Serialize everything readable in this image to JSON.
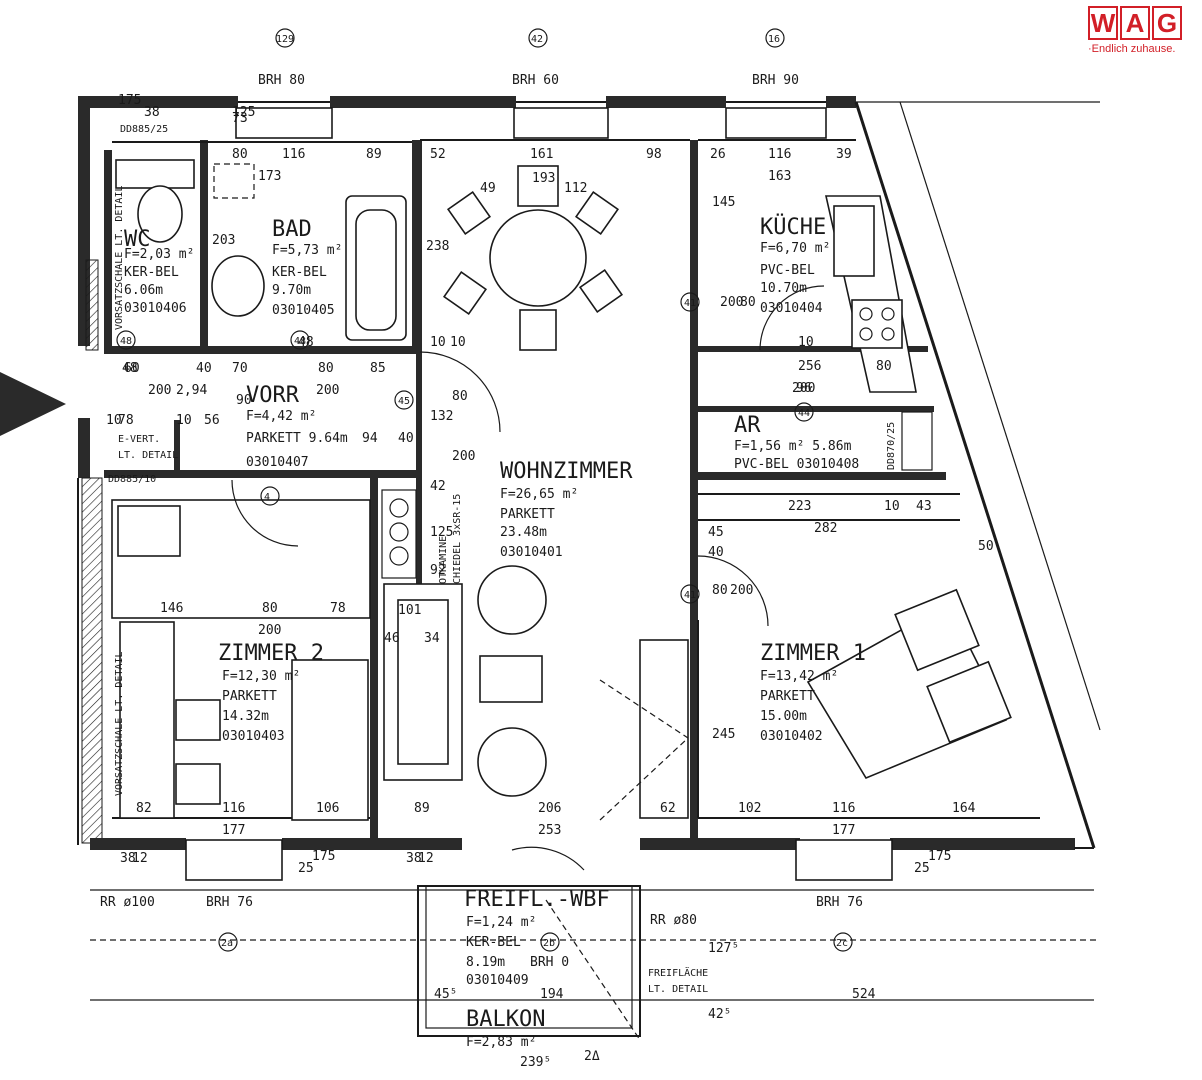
{
  "brand": {
    "logo_letters": [
      "W",
      "A",
      "G"
    ],
    "slogan": "Endlich zuhause.",
    "accent_color": "#d21f27"
  },
  "rooms": {
    "wc": {
      "name": "WC",
      "area": "F=2,03 m²",
      "floor": "KER-BEL",
      "perimeter": "6.06m",
      "code": "03010406"
    },
    "bad": {
      "name": "BAD",
      "area": "F=5,73 m²",
      "floor": "KER-BEL",
      "perimeter": "9.70m",
      "code": "03010405"
    },
    "kueche": {
      "name": "KÜCHE",
      "area": "F=6,70 m²",
      "floor": "PVC-BEL",
      "perimeter": "10.70m",
      "code": "03010404"
    },
    "vorr": {
      "name": "VORR",
      "area": "F=4,42 m²",
      "floor_perimeter": "PARKETT 9.64m",
      "code": "03010407"
    },
    "ar": {
      "name": "AR",
      "area_perimeter": "F=1,56 m² 5.86m",
      "floor_code": "PVC-BEL 03010408"
    },
    "wohnzimmer": {
      "name": "WOHNZIMMER",
      "area": "F=26,65 m²",
      "floor": "PARKETT",
      "perimeter": "23.48m",
      "code": "03010401"
    },
    "zimmer2": {
      "name": "ZIMMER 2",
      "area": "F=12,30 m²",
      "floor": "PARKETT",
      "perimeter": "14.32m",
      "code": "03010403"
    },
    "zimmer1": {
      "name": "ZIMMER 1",
      "area": "F=13,42 m²",
      "floor": "PARKETT",
      "perimeter": "15.00m",
      "code": "03010402"
    },
    "freifl": {
      "name": "FREIFL.-WBF",
      "area": "F=1,24 m²",
      "floor": "KER-BEL",
      "perimeter": "8.19m",
      "brh": "BRH 0",
      "code": "03010409"
    },
    "balkon": {
      "name": "BALKON",
      "area": "F=2,83 m²"
    }
  },
  "labels": {
    "brh_top_left": "BRH 80",
    "brh_top_mid": "BRH 60",
    "brh_top_right": "BRH 90",
    "brh_bottom_left": "BRH 76",
    "brh_bottom_right": "BRH 76",
    "rr_left": "RR ø100",
    "rr_right": "RR ø80",
    "freiflaeche": "FREIFLÄCHE",
    "lt_detail": "LT. DETAIL",
    "vorsatzschale_wc": "VORSATZSCHALE LT. DETAIL",
    "vorsatzschale_z2": "VORSATZSCHALE LT. DETAIL",
    "notkamine": "NOTKAMINE",
    "schiedel": "SCHIEDEL 3xSR-15",
    "e_vert": "E-VERT.",
    "dobb_wc": "DD885/25",
    "dobb_vorr": "DD885/10",
    "dobb_ar": "DD870/25",
    "grid_top": [
      "129",
      "42",
      "16"
    ],
    "grid_bottom": [
      "2a",
      "2b",
      "2c"
    ],
    "door_marks": [
      "48",
      "48",
      "45",
      "41",
      "41",
      "44",
      "4"
    ]
  },
  "dimensions": {
    "top": [
      "38",
      "175",
      "125",
      "73",
      "80",
      "116",
      "89",
      "52",
      "161",
      "98",
      "26",
      "116",
      "39",
      "173",
      "163",
      "193",
      "49",
      "112",
      "145",
      "238",
      "203"
    ],
    "middle": [
      "48",
      "48",
      "60",
      "40",
      "70",
      "80",
      "85",
      "10",
      "10",
      "200",
      "2,94",
      "200",
      "90",
      "200",
      "10",
      "78",
      "10",
      "56",
      "94",
      "40",
      "132",
      "80",
      "200",
      "42",
      "125",
      "92",
      "101",
      "46",
      "34",
      "10",
      "256",
      "80",
      "96",
      "200",
      "80"
    ],
    "right": [
      "223",
      "10",
      "43",
      "282",
      "50",
      "45",
      "40",
      "80",
      "200",
      "245"
    ],
    "bottom": [
      "146",
      "80",
      "78",
      "200",
      "82",
      "116",
      "106",
      "177",
      "89",
      "206",
      "253",
      "62",
      "102",
      "116",
      "164",
      "177",
      "38",
      "12",
      "25",
      "175",
      "38",
      "12",
      "25",
      "175",
      "45⁵",
      "194",
      "524",
      "42⁵",
      "127⁵",
      "239⁵",
      "2Δ"
    ]
  }
}
